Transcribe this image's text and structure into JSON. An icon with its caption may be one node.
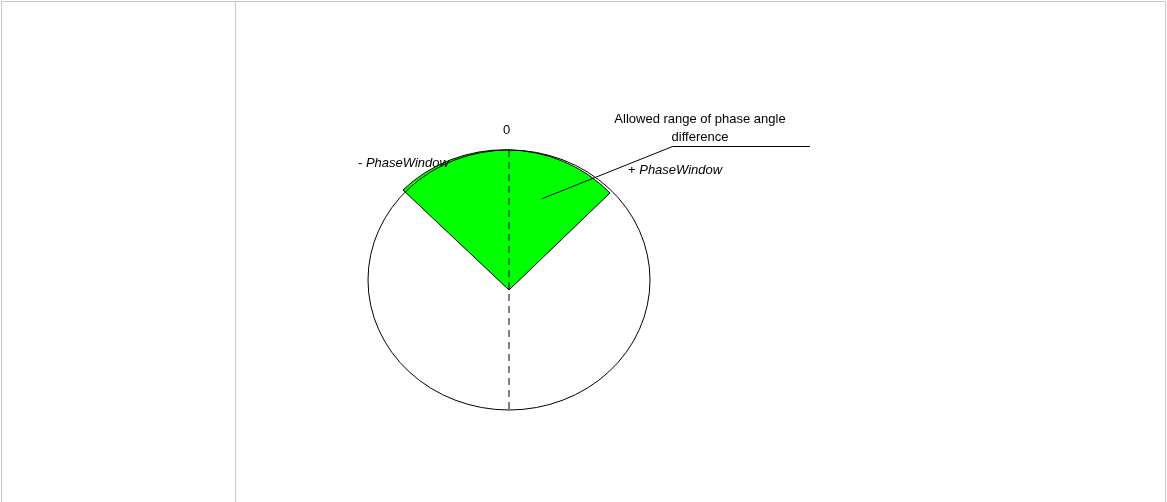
{
  "diagram": {
    "nodes": [
      {
        "text": [
          "Allowed range of phase angle difference"
        ]
      },
      {
        "text": [],
        "shape": "sector"
      }
    ],
    "edges": [
      {
        "from": 0,
        "to": 1,
        "arrow": "none"
      }
    ],
    "labels": [
      "0",
      "- *PhaseWindow*",
      "+ *PhaseWindow*"
    ]
  }
}
